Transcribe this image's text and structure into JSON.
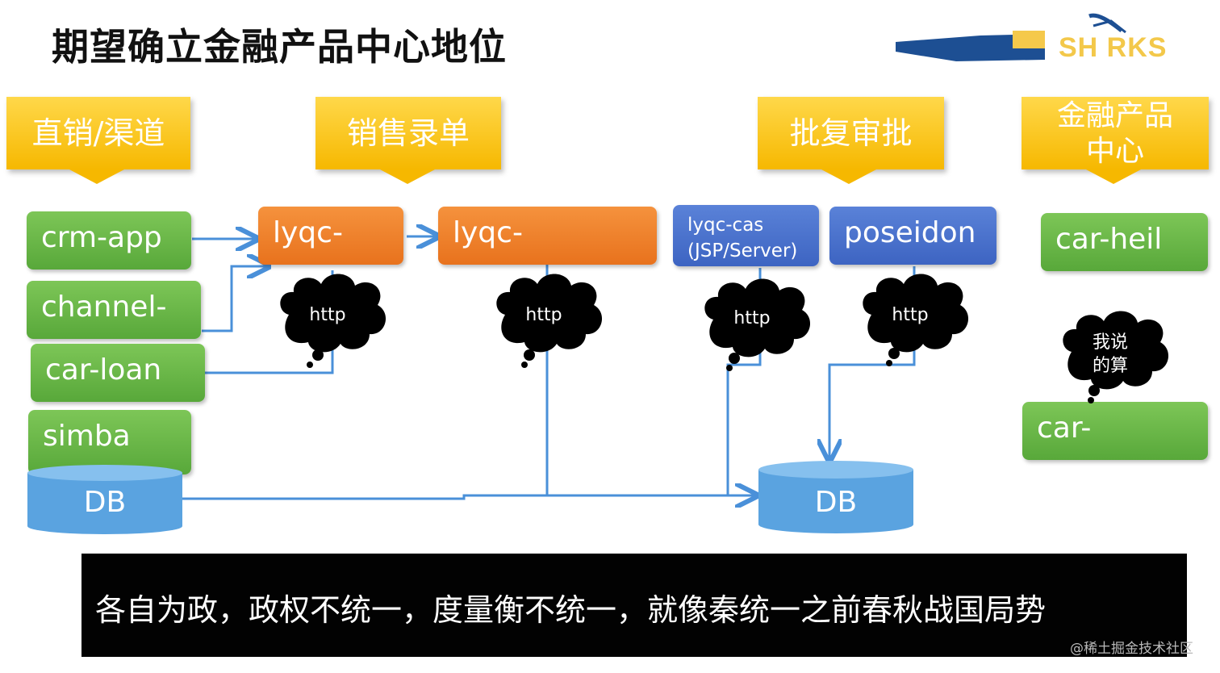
{
  "slide": {
    "title": "期望确立金融产品中心地位",
    "logo_text": "SH  RKS",
    "banner_text": "各自为政，政权不统一，度量衡不统一，就像秦统一之前春秋战国局势",
    "watermark": "@稀土掘金技术社区"
  },
  "stages": [
    {
      "lines": [
        "直销/渠道"
      ]
    },
    {
      "lines": [
        "销售录单"
      ]
    },
    {
      "lines": [
        "批复审批"
      ]
    },
    {
      "lines": [
        "金融产品",
        "中心"
      ]
    }
  ],
  "systems": {
    "crm_app": "crm-app",
    "channel": "channel-",
    "car_loan": "car-loan",
    "simba": "simba",
    "lyqc_1": "lyqc-",
    "lyqc_2": "lyqc-",
    "lyqc_cas_line1": "lyqc-cas",
    "lyqc_cas_line2": "(JSP/Server)",
    "poseidon": "poseidon",
    "car_heil": "car-heil",
    "car_product": "car-"
  },
  "databases": {
    "db_left": "DB",
    "db_center": "DB"
  },
  "clouds": {
    "http_1": "http",
    "http_2": "http",
    "http_3": "http",
    "http_4": "http",
    "decide_line1": "我说",
    "decide_line2": "的算"
  },
  "colors": {
    "stage_yellow": "#f6b800",
    "system_green": "#58a83a",
    "system_orange": "#e8721d",
    "system_blue": "#3d64c2",
    "db_blue": "#5aa3e0",
    "connector_blue": "#4a90d9",
    "banner_black": "#020202"
  }
}
